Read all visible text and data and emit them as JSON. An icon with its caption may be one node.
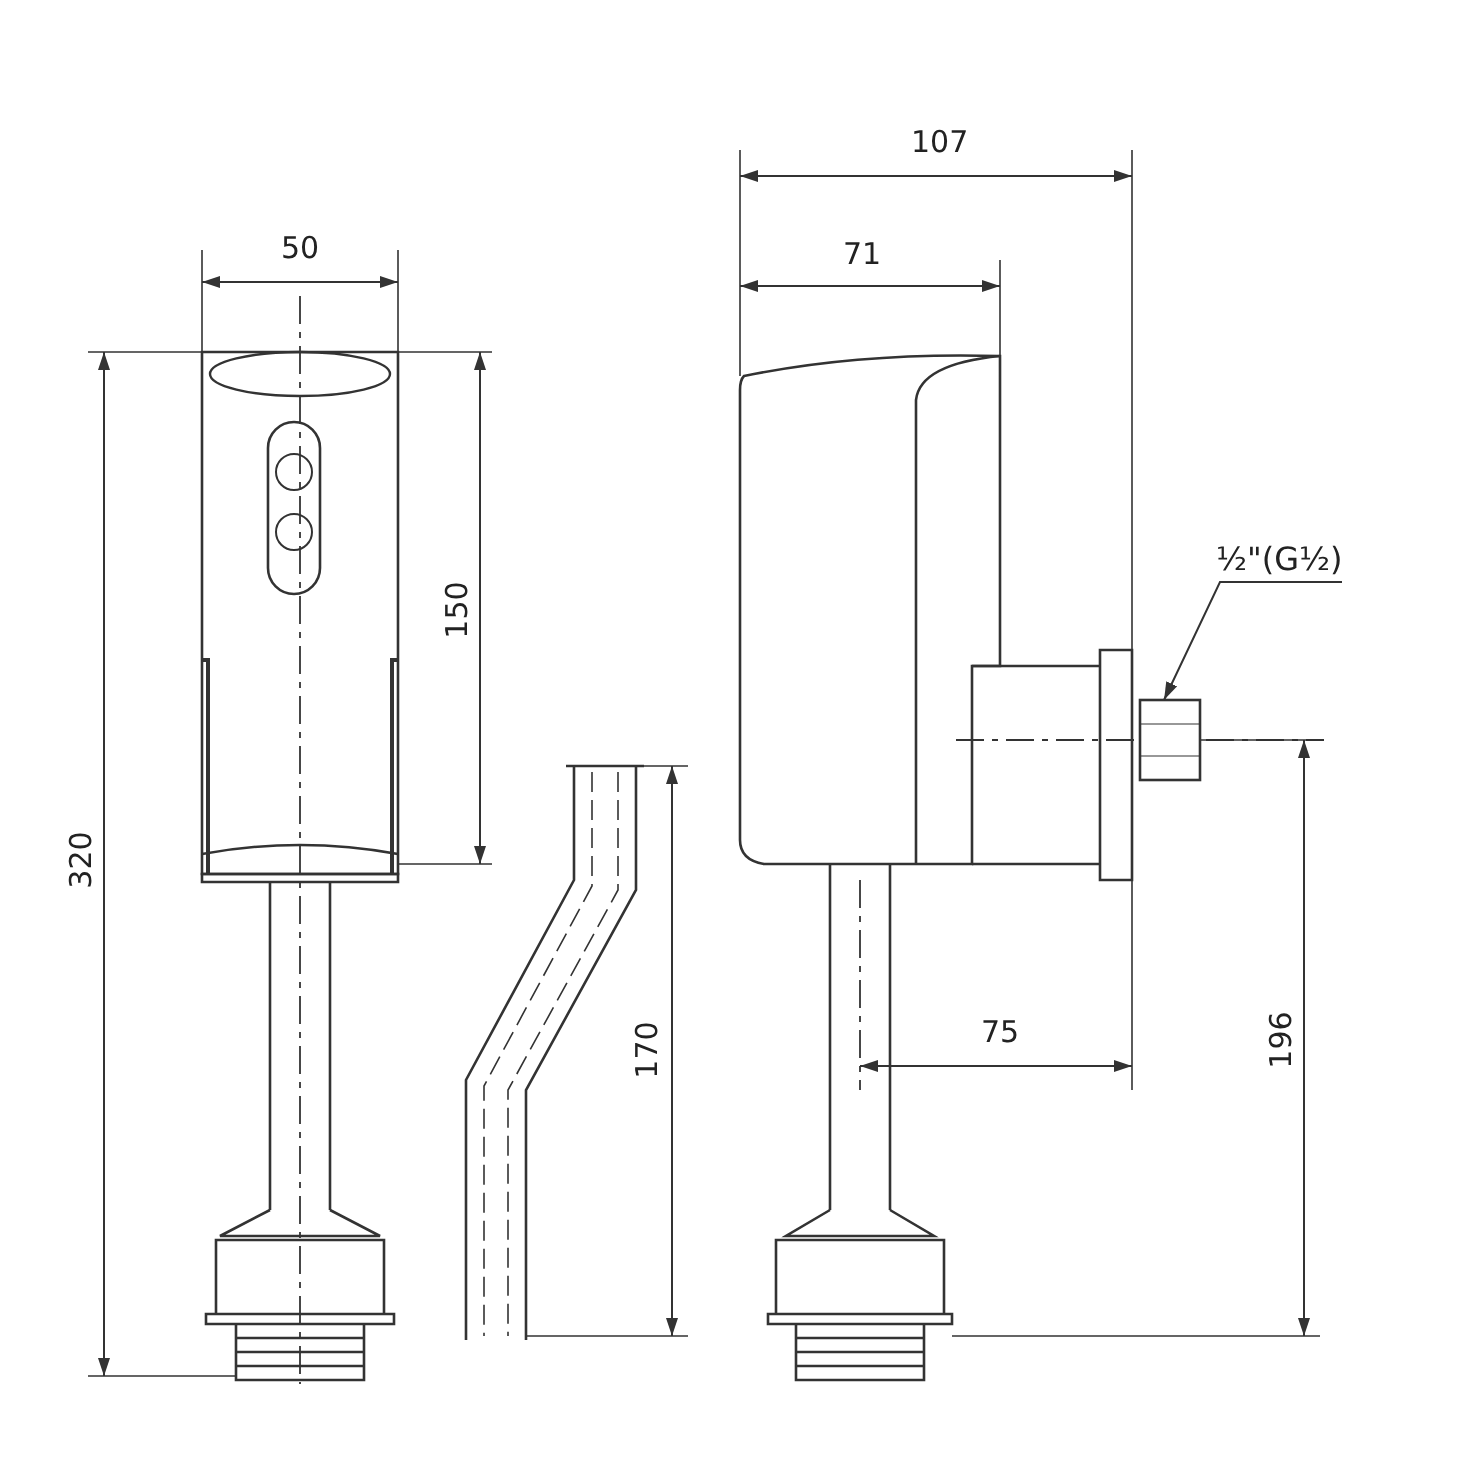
{
  "diagram": {
    "nodes": [
      {
        "text": [
          "½\"(G½)"
        ]
      },
      {
        "text": [],
        "shape": "box"
      }
    ],
    "edges": [
      {
        "from": 0,
        "to": 1,
        "arrow": "to"
      }
    ],
    "labels": [
      "50",
      "150",
      "320",
      "170",
      "107",
      "71",
      "75",
      "196"
    ]
  }
}
